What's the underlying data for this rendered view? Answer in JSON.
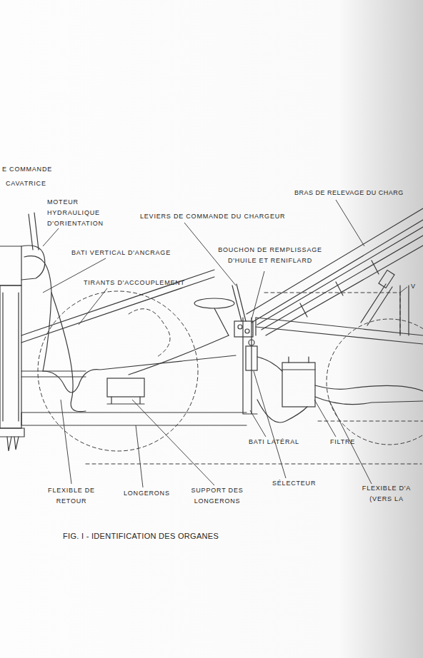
{
  "diagram": {
    "caption": "FIG. I - IDENTIFICATION DES ORGANES",
    "labels": [
      "E COMMANDE",
      "CAVATRICE",
      "MOTEUR HYDRAULIQUE D'ORIENTATION",
      "LEVIERS DE COMMANDE DU CHARGEUR",
      "BRAS DE RELEVAGE DU CHARG",
      "BATI VERTICAL D'ANCRAGE",
      "BOUCHON DE REMPLISSAGE D'HUILE ET RENIFLARD",
      "TIRANTS D'ACCOUPLEMENT",
      "V",
      "BATI LATÉRAL",
      "FILTRE",
      "FLEXIBLE DE RETOUR",
      "LONGERONS",
      "SUPPORT DES LONGERONS",
      "SÉLECTEUR",
      "FLEXIBLE D'A (VERS LA"
    ]
  }
}
